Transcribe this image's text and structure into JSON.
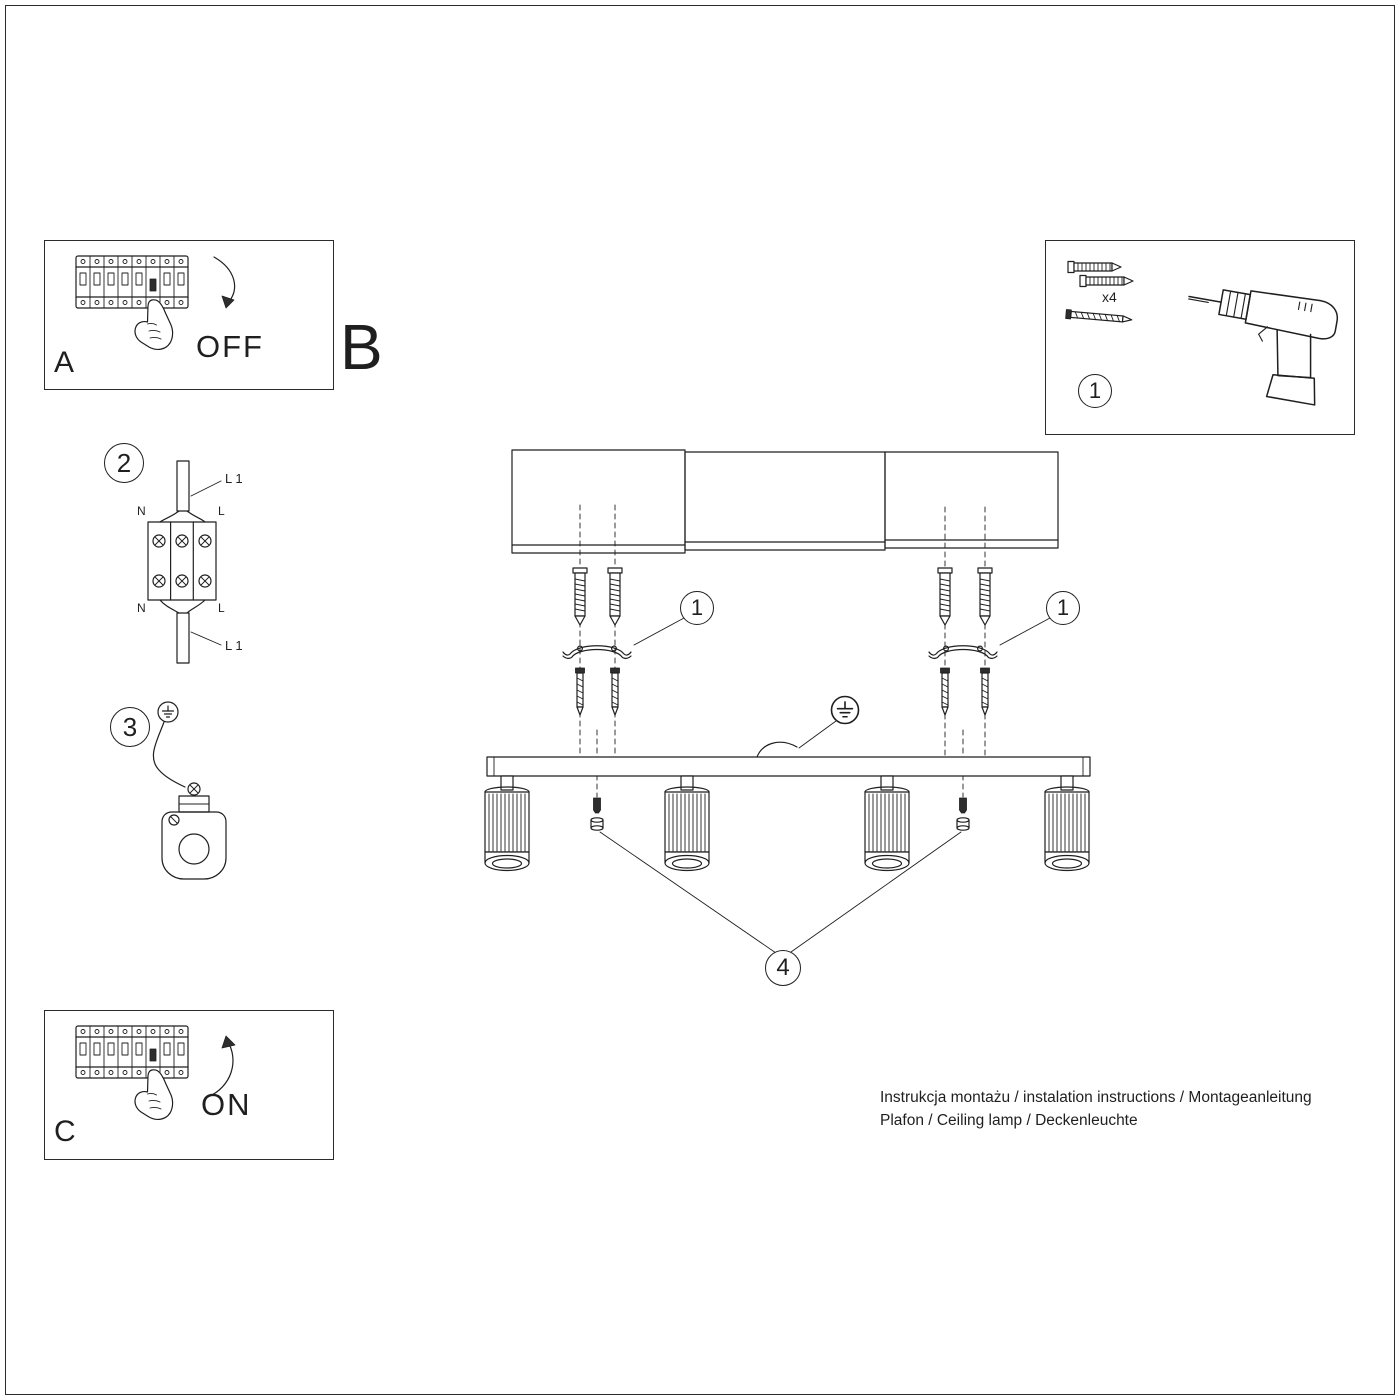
{
  "panels": {
    "a_label": "A",
    "a_state": "OFF",
    "b_label": "B",
    "c_label": "C",
    "c_state": "ON"
  },
  "steps": {
    "kit": "1",
    "wiring": "2",
    "ground": "3"
  },
  "callouts": {
    "bracket_left": "1",
    "bracket_right": "1",
    "fasteners": "4"
  },
  "kit": {
    "anchor_count_label": "x4"
  },
  "wiring_labels": {
    "line_top": "L 1",
    "n_top": "N",
    "l_top": "L",
    "n_bottom": "N",
    "l_bottom": "L",
    "line_bottom": "L 1"
  },
  "footer": {
    "line1": "Instrukcja montażu / instalation instructions / Montageanleitung",
    "line2": "Plafon / Ceiling lamp / Deckenleuchte"
  },
  "icons": {
    "panel_a": "breaker-switch-off-icon",
    "panel_c": "breaker-switch-on-icon",
    "kit": [
      "wall-plug-icon",
      "mounting-screw-icon",
      "drill-icon"
    ],
    "step2": "terminal-block-icon",
    "step3": "ground-terminal-icon",
    "assembly": [
      "ceiling-icon",
      "anchor-icon",
      "bracket-icon",
      "screw-icon",
      "earth-symbol-icon",
      "lamp-bar-icon",
      "spotlight-icon",
      "fastener-icon"
    ]
  }
}
